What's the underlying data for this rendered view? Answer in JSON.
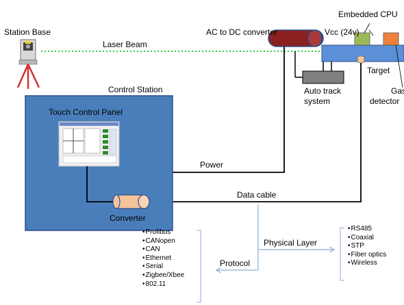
{
  "labels": {
    "station_base": "Station Base",
    "laser_beam": "Laser Beam",
    "ac_dc": "AC to DC converter",
    "embedded_cpu": "Embedded CPU",
    "vcc": "Vcc (24v)",
    "target": "Target",
    "gas_line1": "Gas",
    "gas_line2": "detector",
    "control_station": "Control Station",
    "touch_panel": "Touch Control Panel",
    "auto_track_line1": "Auto track",
    "auto_track_line2": "system",
    "power": "Power",
    "data_cable": "Data cable",
    "converter": "Converter",
    "physical_layer": "Physical Layer",
    "protocol": "Protocol"
  },
  "protocols": [
    "Profibus",
    "CANopen",
    "CAN",
    "Ethernet",
    "Serial",
    "Zigbee/Xbee",
    "802.11"
  ],
  "physical_layers": [
    "RS485",
    "Coaxial",
    "STP",
    "Fiber optics",
    "Wireless"
  ],
  "colors": {
    "control_box": "#4a7ebb",
    "laser": "#2ecc40",
    "converter_orange": "#f4c39c",
    "ac_dc_red": "#8b2020",
    "target_bar": "#5b8fd6",
    "cpu_green": "#9bbb59",
    "gas_orange": "#f0803c",
    "auto_track_gray": "#7f7f7f",
    "arrow_blue": "#8eaed9"
  }
}
